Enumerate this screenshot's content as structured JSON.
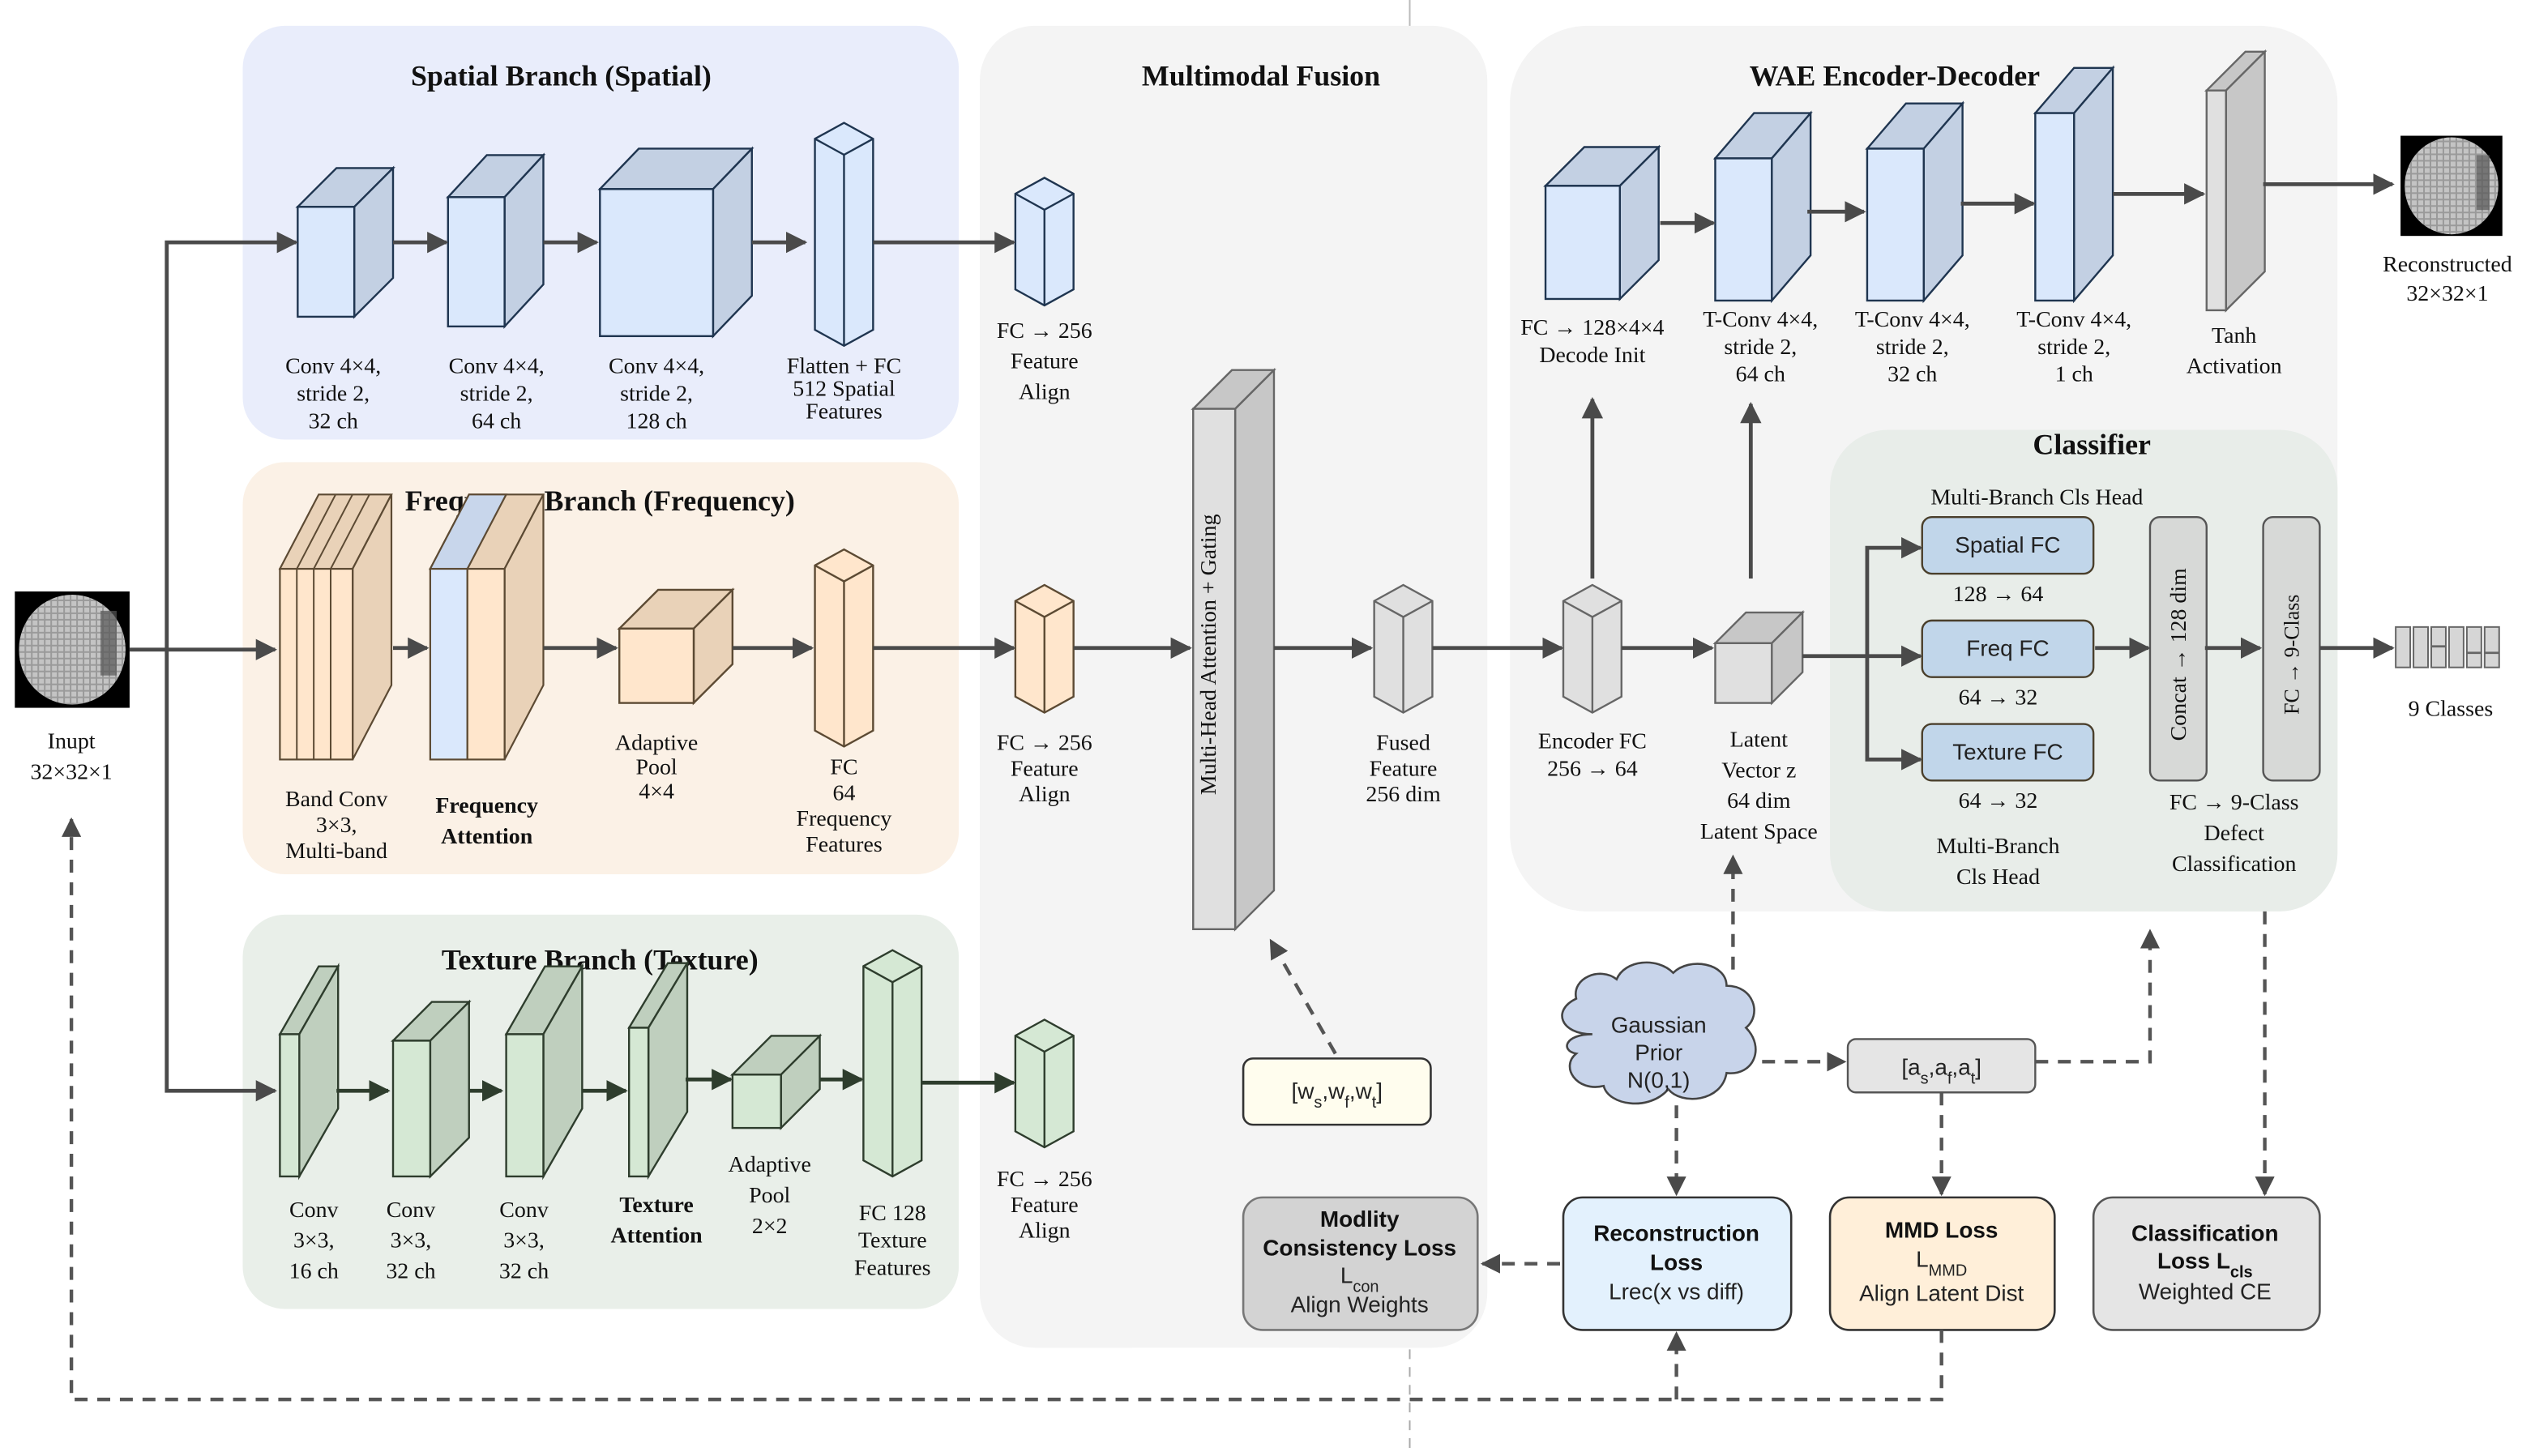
{
  "input": {
    "label": "Inupt",
    "size": "32×32×1"
  },
  "output_recon": {
    "label": "Reconstructed",
    "size": "32×32×1"
  },
  "output_classes": {
    "label": "9 Classes"
  },
  "spatial": {
    "title": "Spatial Branch (Spatial)",
    "layers": [
      [
        "Conv 4×4,",
        "stride 2,",
        "32 ch"
      ],
      [
        "Conv 4×4,",
        "stride 2,",
        "64 ch"
      ],
      [
        "Conv 4×4,",
        "stride 2,",
        "128 ch"
      ],
      [
        "Flatten + FC",
        "512 Spatial",
        "Features"
      ]
    ],
    "align": [
      "FC → 256",
      "Feature",
      "Align"
    ]
  },
  "frequency": {
    "title": "Frequency Branch (Frequency)",
    "layers": [
      [
        "Band Conv",
        "3×3,",
        "Multi-band"
      ],
      [
        "Frequency",
        "Attention"
      ],
      [
        "Adaptive",
        "Pool",
        "4×4"
      ],
      [
        "FC",
        "64",
        "Frequency",
        "Features"
      ]
    ],
    "align": [
      "FC → 256",
      "Feature",
      "Align"
    ]
  },
  "texture": {
    "title": "Texture Branch (Texture)",
    "layers": [
      [
        "Conv",
        "3×3,",
        "16 ch"
      ],
      [
        "Conv",
        "3×3,",
        "32 ch"
      ],
      [
        "Conv",
        "3×3,",
        "32 ch"
      ],
      [
        "Texture",
        "Attention"
      ],
      [
        "Adaptive",
        "Pool",
        "2×2"
      ],
      [
        "FC 128",
        "Texture",
        "Features"
      ]
    ],
    "align": [
      "FC → 256",
      "Feature",
      "Align"
    ]
  },
  "fusion": {
    "title": "Multimodal Fusion",
    "attention_label": "Multi-Head Attention + Gating",
    "fused": [
      "Fused",
      "Feature",
      "256 dim"
    ],
    "weights": {
      "base": "w",
      "subs": [
        "s",
        "f",
        "t"
      ]
    },
    "consistency_loss": {
      "title1": "Modlity",
      "title2": "Consistency Loss",
      "symbol": "L",
      "sub": "con",
      "desc": "Align Weights"
    }
  },
  "wae": {
    "title": "WAE Encoder-Decoder",
    "decoder": [
      [
        "FC → 128×4×4",
        "Decode Init"
      ],
      [
        "T-Conv 4×4,",
        "stride 2,",
        "64 ch"
      ],
      [
        "T-Conv 4×4,",
        "stride 2,",
        "32 ch"
      ],
      [
        "T-Conv 4×4,",
        "stride 2,",
        "1 ch"
      ],
      [
        "Tanh",
        "Activation"
      ]
    ],
    "encoder_fc": [
      "Encoder FC",
      "256 → 64"
    ],
    "latent": [
      "Latent",
      "Vector z",
      "64 dim",
      "Latent Space"
    ]
  },
  "classifier": {
    "title": "Classifier",
    "head_title": "Multi-Branch Cls Head",
    "branches": [
      {
        "name": "Spatial FC",
        "dims": "128 → 64"
      },
      {
        "name": "Freq FC",
        "dims": "64 → 32"
      },
      {
        "name": "Texture FC",
        "dims": "64 → 32"
      }
    ],
    "head_caption": [
      "Multi-Branch",
      "Cls Head"
    ],
    "concat": "Concat → 128 dim",
    "fc9": "FC → 9-Class",
    "caption": [
      "FC → 9-Class",
      "Defect",
      "Classification"
    ]
  },
  "losses": {
    "gaussian": [
      "Gaussian",
      "Prior",
      "N(0,1)"
    ],
    "alpha": {
      "base": "a",
      "subs": [
        "s",
        "f",
        "t"
      ]
    },
    "recon": {
      "title1": "Reconstruction",
      "title2": "Loss",
      "desc": "Lrec(x vs  diff)"
    },
    "mmd": {
      "title": "MMD Loss",
      "symbol": "L",
      "sub": "MMD",
      "desc": "Align Latent Dist"
    },
    "cls": {
      "title1": "Classification",
      "title2": "Loss L",
      "sub": "cls",
      "desc": "Weighted CE"
    }
  },
  "colors": {
    "spatial_bg": "#e9edfb",
    "freq_bg": "#fbf1e6",
    "texture_bg": "#e9efe9",
    "panel_bg": "#f4f4f4",
    "classifier_bg": "#e8ede9",
    "blue_face": "#dae8fc",
    "blue_side": "#c3d0e3",
    "blue_stroke": "#1f3550",
    "orange_face": "#ffe6cc",
    "orange_side": "#e9d2b8",
    "orange_stroke": "#5c4a33",
    "green_face": "#d5e8d4",
    "green_side": "#bfcfbe",
    "green_stroke": "#2e3d2d",
    "gray_face": "#e0e0e0",
    "gray_side": "#c7c7c7",
    "gray_stroke": "#666666"
  }
}
